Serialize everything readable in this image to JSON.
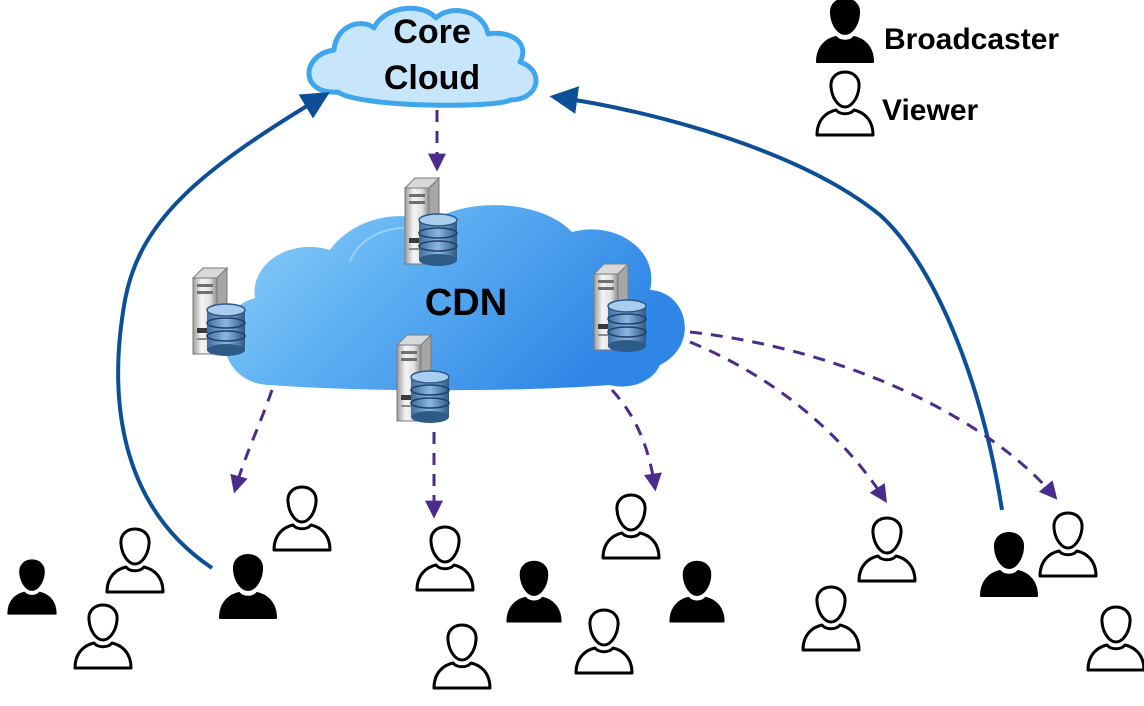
{
  "core_cloud": {
    "line1": "Core",
    "line2": "Cloud"
  },
  "cdn": {
    "label": "CDN"
  },
  "legend": {
    "broadcaster": "Broadcaster",
    "viewer": "Viewer"
  },
  "colors": {
    "upload_arrow": "#0d4f96",
    "delivery_arrow": "#4b2c8c",
    "core_cloud_fill": "#c7e6fb",
    "core_cloud_stroke": "#3fa6ee",
    "cdn_cloud": "#3d95ec",
    "broadcaster": "#000000",
    "viewer": "#ffffff"
  },
  "icons": {
    "server": "server-database-icon",
    "broadcaster": "broadcaster-person-icon",
    "viewer": "viewer-person-icon"
  }
}
